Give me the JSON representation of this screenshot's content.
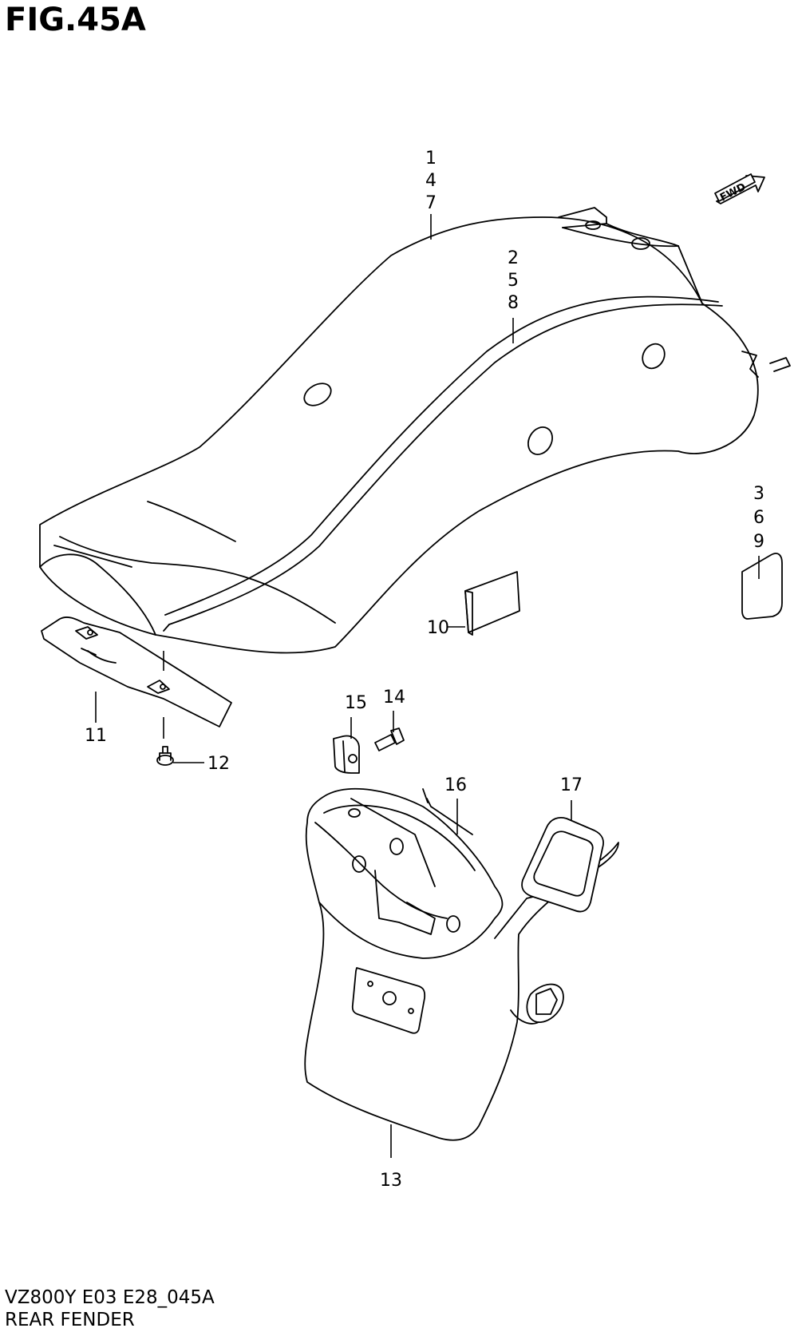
{
  "figure": {
    "title": "FIG.45A",
    "code": "VZ800Y E03 E28_045A",
    "name": "REAR FENDER",
    "direction_label": "FWD"
  },
  "callouts": [
    {
      "id": "c-1-4-7",
      "lines": [
        "1",
        "4",
        "7"
      ]
    },
    {
      "id": "c-2-5-8",
      "lines": [
        "2",
        "5",
        "8"
      ]
    },
    {
      "id": "c-3-6-9",
      "lines": [
        "3",
        "6",
        "9"
      ]
    },
    {
      "id": "c-10",
      "lines": [
        "10"
      ]
    },
    {
      "id": "c-11",
      "lines": [
        "11"
      ]
    },
    {
      "id": "c-12",
      "lines": [
        "12"
      ]
    },
    {
      "id": "c-13",
      "lines": [
        "13"
      ]
    },
    {
      "id": "c-14",
      "lines": [
        "14"
      ]
    },
    {
      "id": "c-15",
      "lines": [
        "15"
      ]
    },
    {
      "id": "c-16",
      "lines": [
        "16"
      ]
    },
    {
      "id": "c-17",
      "lines": [
        "17"
      ]
    }
  ]
}
